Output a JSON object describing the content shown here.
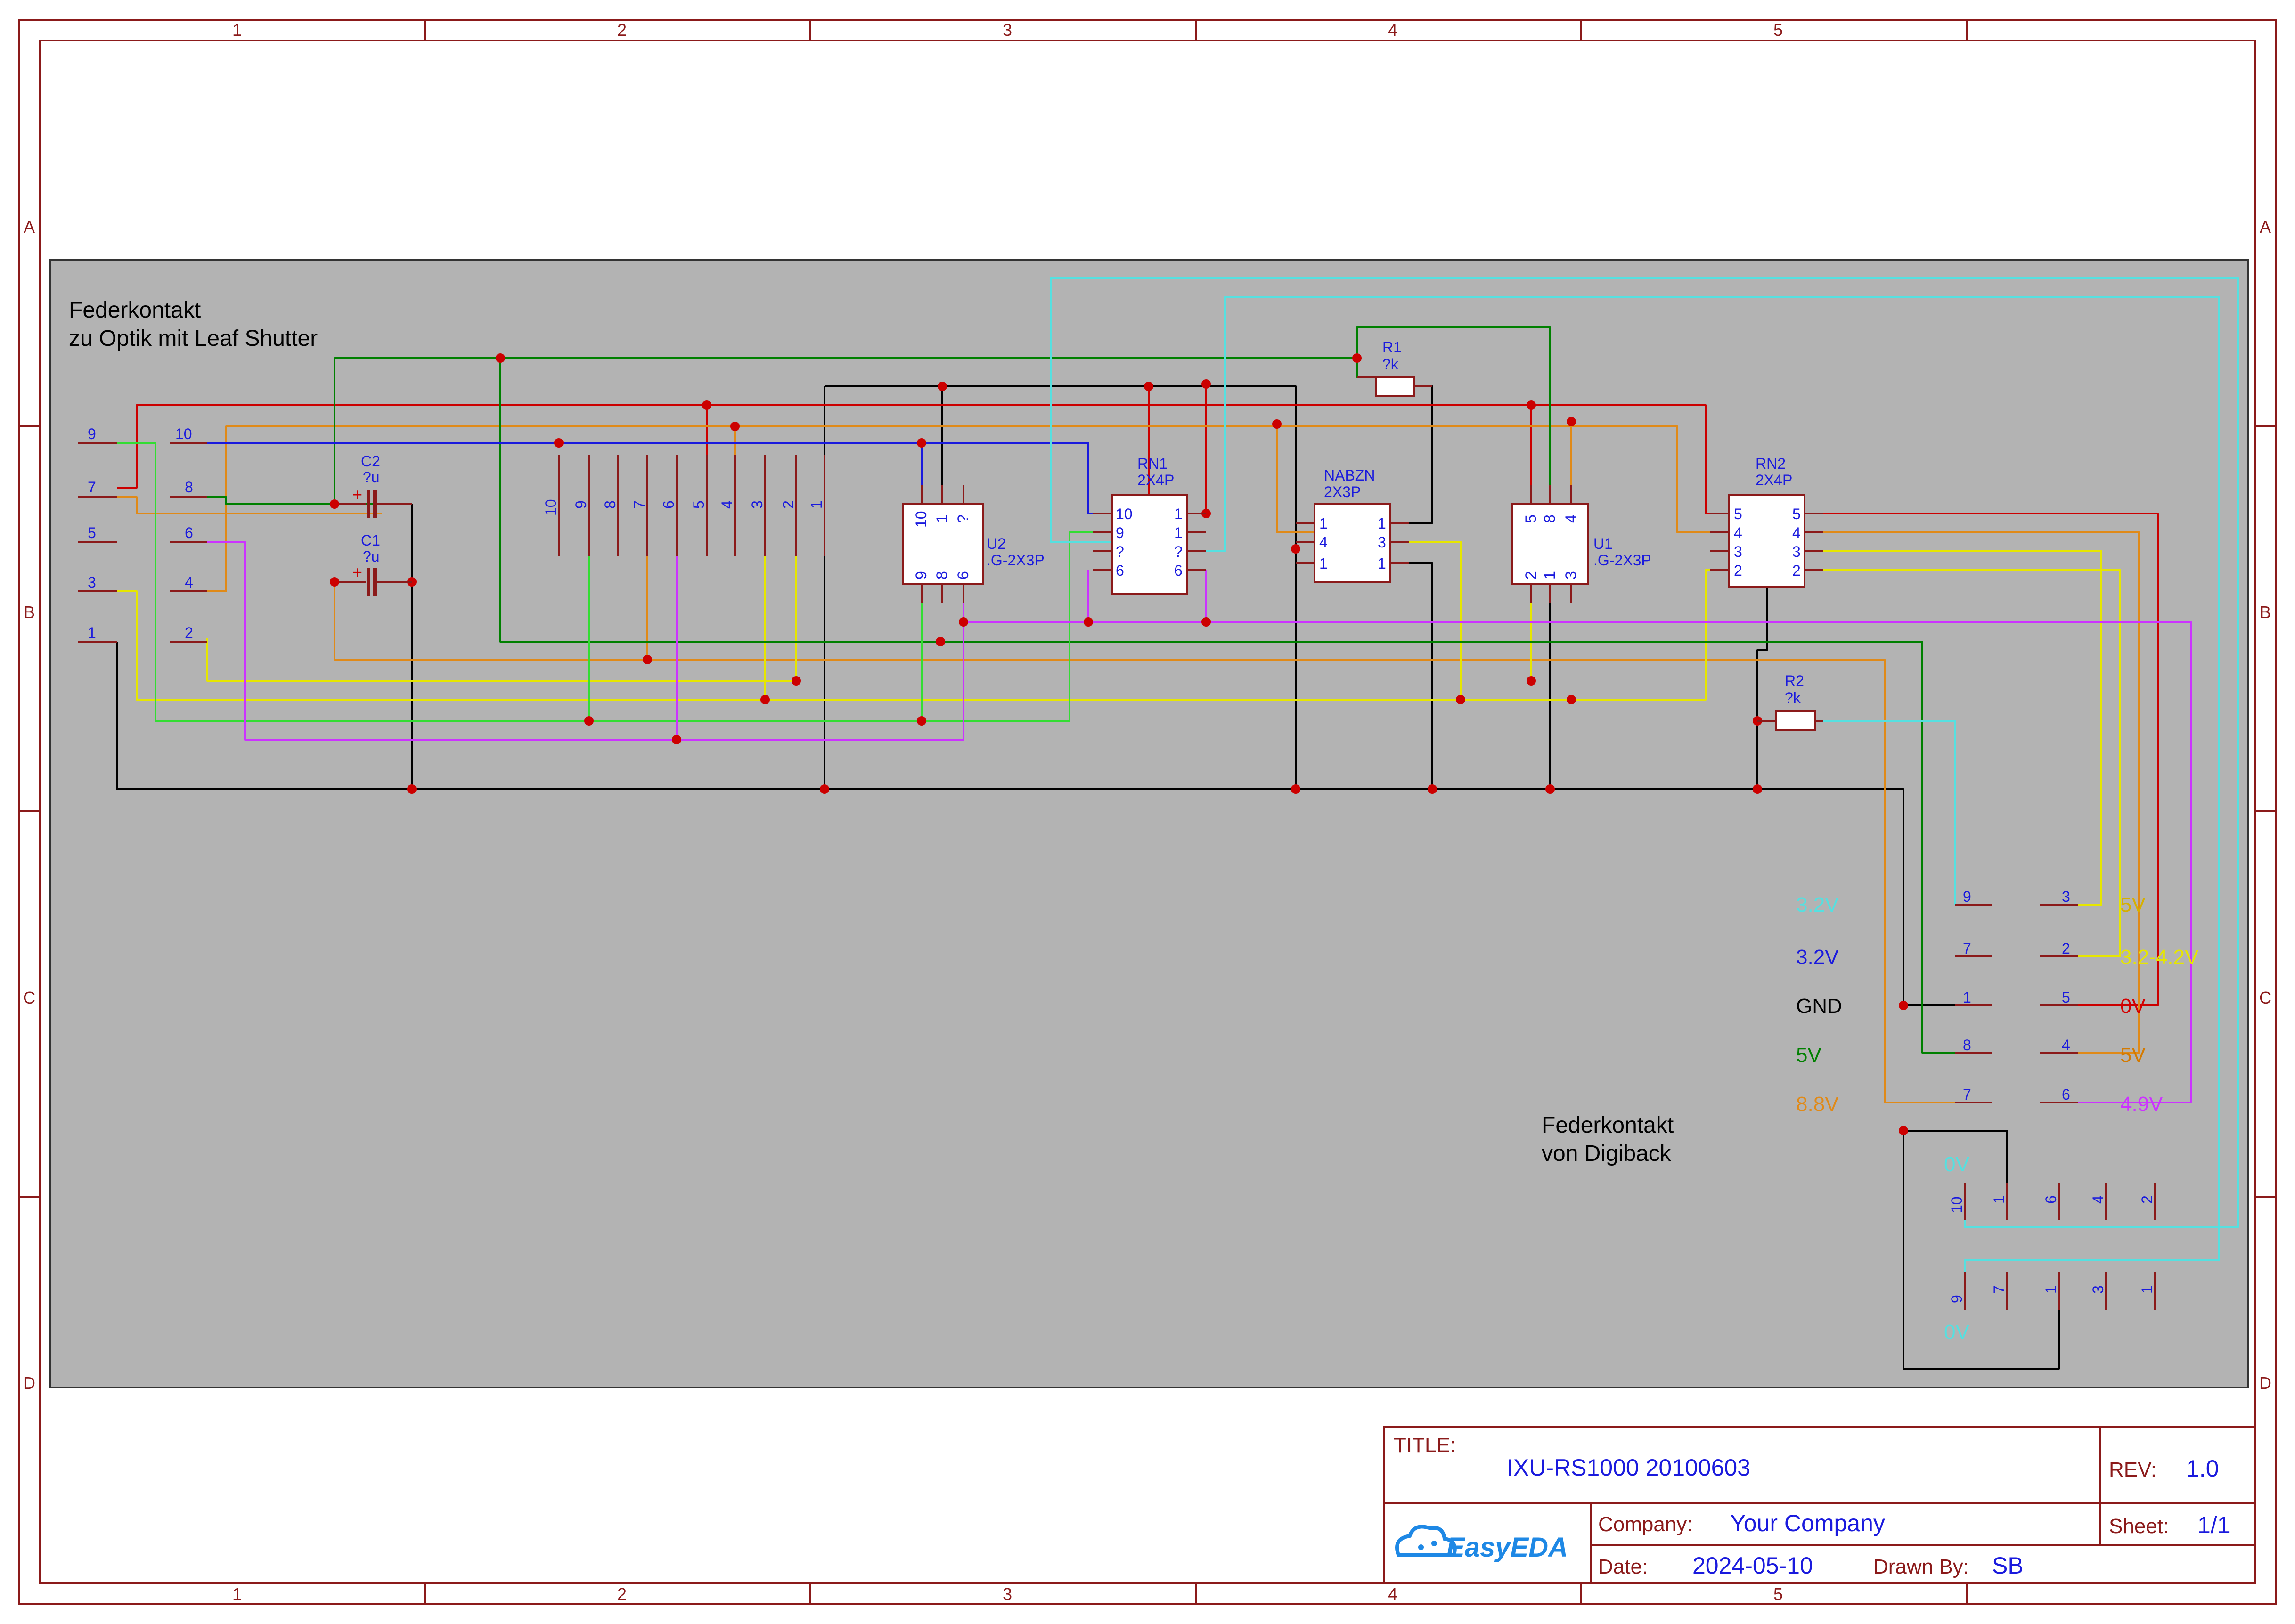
{
  "frame": {
    "columns": [
      "1",
      "2",
      "3",
      "4",
      "5"
    ],
    "rows": [
      "A",
      "B",
      "C",
      "D"
    ]
  },
  "notes": {
    "optik_1": "Federkontakt",
    "optik_2": "zu Optik mit Leaf Shutter",
    "digiback_1": "Federkontakt",
    "digiback_2": "von Digiback"
  },
  "components": {
    "c2": {
      "ref": "C2",
      "value": "?u"
    },
    "c1": {
      "ref": "C1",
      "value": "?u"
    },
    "r1": {
      "ref": "R1",
      "value": "?k"
    },
    "r2": {
      "ref": "R2",
      "value": "?k"
    },
    "rn1": {
      "ref": "RN1",
      "value": "2X4P",
      "pins_left": [
        "10",
        "9",
        "?",
        "6"
      ],
      "pins_right": [
        "1",
        "1",
        "?",
        "6"
      ]
    },
    "rn2": {
      "ref": "RN2",
      "value": "2X4P",
      "pins_left": [
        "5",
        "4",
        "3",
        "2"
      ],
      "pins_right": [
        "5",
        "4",
        "3",
        "2"
      ]
    },
    "nabzn": {
      "ref": "NABZN",
      "value": "2X3P",
      "pins_left": [
        "1",
        "4",
        "1"
      ],
      "pins_right": [
        "1",
        "3",
        "1"
      ]
    },
    "u1": {
      "ref": "U1",
      "value": ".G-2X3P",
      "pins_top": [
        "5",
        "8",
        "4"
      ],
      "pins_bottom": [
        "2",
        "1",
        "3"
      ]
    },
    "u2": {
      "ref": "U2",
      "value": ".G-2X3P",
      "pins_top": [
        "10",
        "1",
        "?"
      ],
      "pins_bottom": [
        "9",
        "8",
        "6"
      ]
    }
  },
  "optik_connector": {
    "left_pins": [
      "9",
      "7",
      "5",
      "3",
      "1"
    ],
    "right_pins": [
      "10",
      "8",
      "6",
      "4",
      "2"
    ]
  },
  "header_pins": [
    "10",
    "9",
    "8",
    "7",
    "6",
    "5",
    "4",
    "3",
    "2",
    "1"
  ],
  "digiback": {
    "left_labels": [
      {
        "text": "3.2V",
        "color": "#55e0e0"
      },
      {
        "text": "3.2V",
        "color": "#1a1add"
      },
      {
        "text": "GND",
        "color": "#000000"
      },
      {
        "text": "5V",
        "color": "#008000"
      },
      {
        "text": "8.8V",
        "color": "#e08a18"
      }
    ],
    "col1_pins": [
      "9",
      "7",
      "1",
      "8",
      "7"
    ],
    "col2_pins": [
      "3",
      "2",
      "5",
      "4",
      "6"
    ],
    "right_labels": [
      {
        "text": "5V",
        "color": "#d6b000"
      },
      {
        "text": "3.2-4.2V",
        "color": "#e6e600"
      },
      {
        "text": "0V",
        "color": "#d40000"
      },
      {
        "text": "5V",
        "color": "#d47a00"
      },
      {
        "text": "4.9V",
        "color": "#cc33ff"
      }
    ],
    "bottom_top_pins": [
      "10",
      "1",
      "6",
      "4",
      "2"
    ],
    "bottom_bottom_pins": [
      "9",
      "7",
      "1",
      "3",
      "1"
    ],
    "bottom_label_top": "0V",
    "bottom_label_bottom": "0V"
  },
  "title_block": {
    "title_label": "TITLE:",
    "title_value": "IXU-RS1000 20100603",
    "rev_label": "REV:",
    "rev_value": "1.0",
    "company_label": "Company:",
    "company_value": "Your Company",
    "sheet_label": "Sheet:",
    "sheet_value": "1/1",
    "date_label": "Date:",
    "date_value": "2024-05-10",
    "drawn_label": "Drawn By:",
    "drawn_value": "SB",
    "logo_text": "EasyEDA"
  },
  "colors": {
    "frame": "#8b0000",
    "label_blue": "#1a1add",
    "wire_red": "#cc0000",
    "wire_orange": "#d47a00",
    "wire_yellow": "#e6e600",
    "wire_green": "#008000",
    "wire_lightgreen": "#33dd33",
    "wire_blue": "#1a1add",
    "wire_magenta": "#cc33ff",
    "wire_cyan": "#55e0e0",
    "wire_black": "#000000",
    "board_fill": "#b3b3b3"
  }
}
